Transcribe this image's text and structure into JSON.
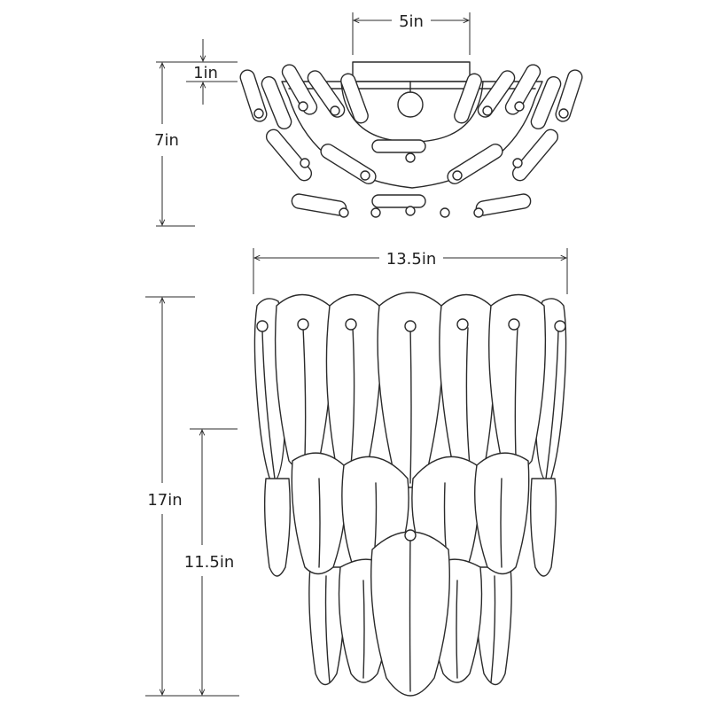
{
  "dimensions": {
    "backplate_width": "5in",
    "backplate_depth": "1in",
    "overall_depth": "7in",
    "overall_width": "13.5in",
    "overall_height": "17in",
    "backplate_height": "11.5in"
  },
  "colors": {
    "ink": "#2b2b2b",
    "background": "#ffffff"
  }
}
